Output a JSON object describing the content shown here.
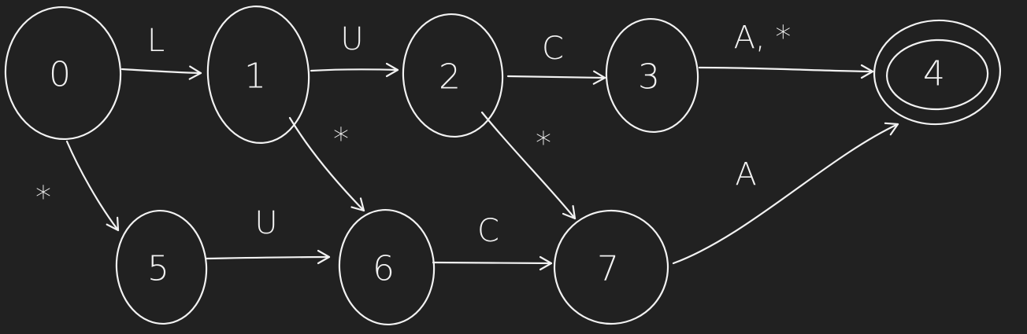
{
  "diagram": {
    "states": [
      {
        "id": "0",
        "label": "0",
        "accepting": false
      },
      {
        "id": "1",
        "label": "1",
        "accepting": false
      },
      {
        "id": "2",
        "label": "2",
        "accepting": false
      },
      {
        "id": "3",
        "label": "3",
        "accepting": false
      },
      {
        "id": "4",
        "label": "4",
        "accepting": true
      },
      {
        "id": "5",
        "label": "5",
        "accepting": false
      },
      {
        "id": "6",
        "label": "6",
        "accepting": false
      },
      {
        "id": "7",
        "label": "7",
        "accepting": false
      }
    ],
    "transitions": [
      {
        "from": "0",
        "to": "1",
        "label": "L"
      },
      {
        "from": "1",
        "to": "2",
        "label": "U"
      },
      {
        "from": "2",
        "to": "3",
        "label": "C"
      },
      {
        "from": "3",
        "to": "4",
        "label": "A, *"
      },
      {
        "from": "0",
        "to": "5",
        "label": "*"
      },
      {
        "from": "1",
        "to": "6",
        "label": "*"
      },
      {
        "from": "2",
        "to": "7",
        "label": "*"
      },
      {
        "from": "5",
        "to": "6",
        "label": "U"
      },
      {
        "from": "6",
        "to": "7",
        "label": "C"
      },
      {
        "from": "7",
        "to": "4",
        "label": "A"
      }
    ]
  },
  "style": {
    "background": "#212121",
    "ink": "#f2f2f2"
  }
}
